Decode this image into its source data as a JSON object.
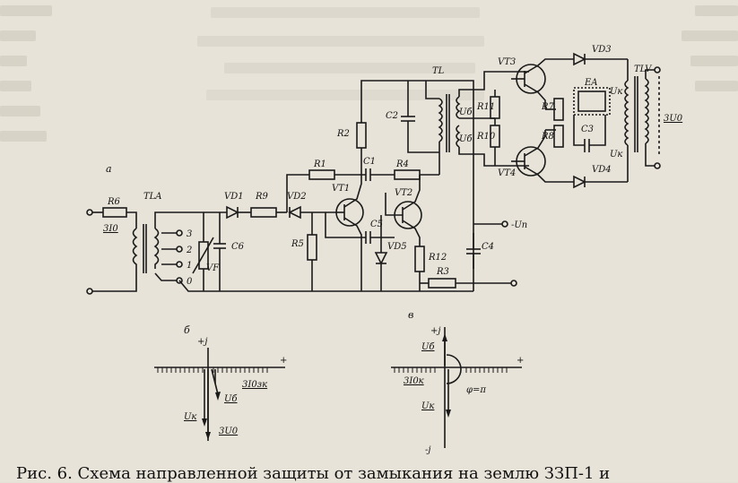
{
  "caption": "Рис. 6. Схема направленной защиты от замыкания на землю ЗЗП-1 и",
  "sublabels": {
    "a": "а",
    "b": "б",
    "v": "в"
  },
  "components": {
    "R6": "R6",
    "TLA": "TLA",
    "VD1": "VD1",
    "R9": "R9",
    "VD2": "VD2",
    "R1": "R1",
    "C1": "C1",
    "R4": "R4",
    "VT1": "VT1",
    "VT2": "VT2",
    "R2": "R2",
    "C2": "C2",
    "TL": "TL",
    "R5": "R5",
    "C5": "C5",
    "VD5": "VD5",
    "R12": "R12",
    "R3": "R3",
    "C4": "C4",
    "C6": "C6",
    "VF": "VF",
    "R11": "R11",
    "R10": "R10",
    "VT3": "VT3",
    "VT4": "VT4",
    "R7": "R7",
    "R8": "R8",
    "EA": "EA",
    "C3": "C3",
    "VD3": "VD3",
    "VD4": "VD4",
    "TLV": "TLV"
  },
  "winding_labels": {
    "ub": "Uб",
    "uk": "Uк",
    "u0_out": "3U0",
    "i0_in": "3I0",
    "minus_un": "-Uп"
  },
  "tap_labels": [
    "3",
    "2",
    "1",
    "0"
  ],
  "vector_b": {
    "j": "+j",
    "plus": "+",
    "ub": "Uб",
    "i0": "3I0зк",
    "uk": "Uк",
    "u0": "3U0"
  },
  "vector_v": {
    "j": "+j",
    "plus": "+",
    "ub": "Uб",
    "i0": "3I0к",
    "phi": "φ=π",
    "uk": "Uк",
    "minus_j": "-j"
  }
}
